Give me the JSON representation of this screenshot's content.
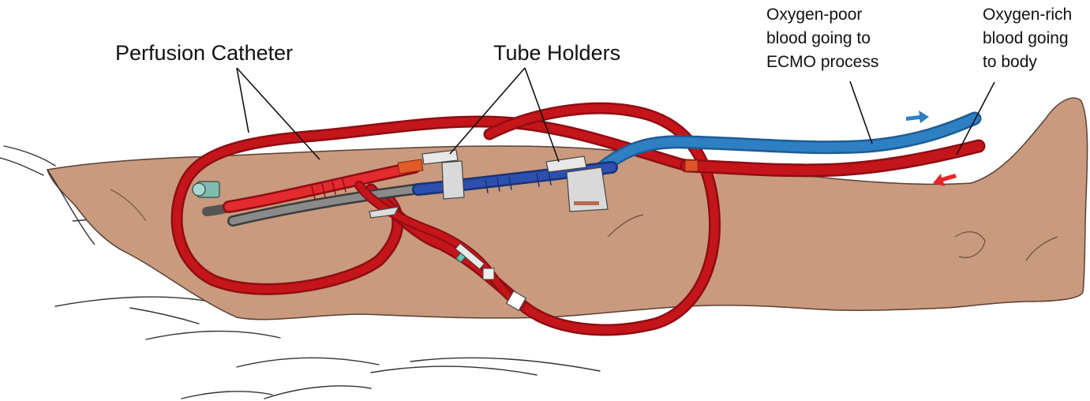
{
  "labels": {
    "perfusion_catheter": "Perfusion Catheter",
    "tube_holders": "Tube Holders",
    "oxygen_poor": [
      "Oxygen-poor",
      "blood going to",
      "ECMO process"
    ],
    "oxygen_rich": [
      "Oxygen-rich",
      "blood going",
      "to body"
    ]
  },
  "colors": {
    "skin": "#c99a7e",
    "skin_outline": "#5a4034",
    "red_tube": "#c4151b",
    "red_tube_dark": "#8e0d12",
    "blue_tube": "#2f7fc3",
    "blue_cannula": "#2c4fb0",
    "gray_cannula": "#707070",
    "arrow_blue": "#2c7fc1",
    "arrow_red": "#e8242b",
    "sheet_line": "#333333"
  },
  "icons": {
    "arrow_out": "right-arrow",
    "arrow_in": "left-arrow"
  }
}
